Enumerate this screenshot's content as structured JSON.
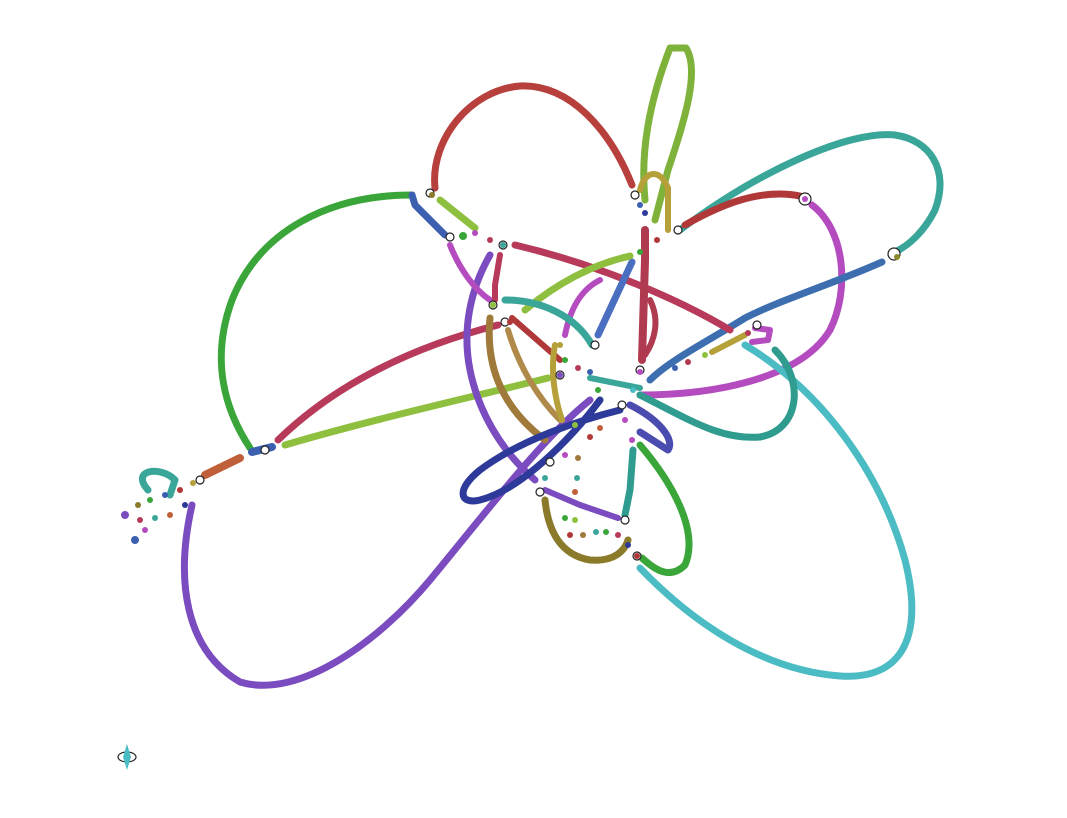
{
  "graph": {
    "kind": "assembly-graph",
    "segment_colors": {
      "green": "#3aa63a",
      "lime": "#8fbf3f",
      "olive": "#8a8a2a",
      "teal": "#2f9c8f",
      "cyan": "#4bbcc4",
      "blue": "#3d5fb0",
      "navy": "#2e3a9a",
      "purple": "#7a4cc0",
      "magenta": "#b44cc0",
      "red": "#b03838",
      "crimson": "#b83a5a",
      "brown": "#a07a3a",
      "gold": "#b5a03a",
      "orange": "#c0603a"
    },
    "segment_count": 42,
    "node_count": 48
  }
}
